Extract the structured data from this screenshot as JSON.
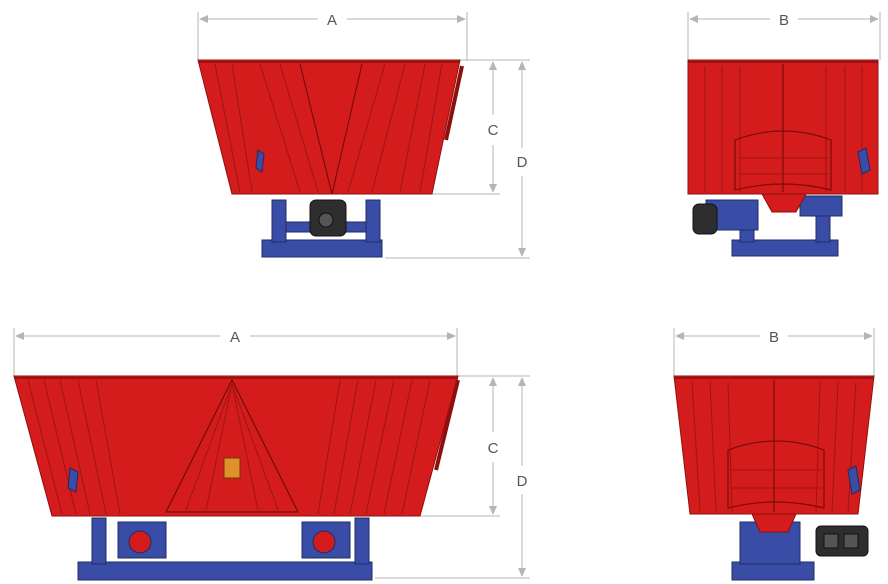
{
  "figure": {
    "background_color": "#ffffff",
    "body_color": "#d41c1c",
    "frame_color": "#3a4da6",
    "motor_color": "#2e2e2e",
    "dimension_color": "#b5b5b5"
  },
  "views": [
    {
      "id": "top-side",
      "labels": {
        "width": "A",
        "bowl_height": "C",
        "total_height": "D"
      }
    },
    {
      "id": "top-front",
      "labels": {
        "depth": "B"
      }
    },
    {
      "id": "bottom-side",
      "labels": {
        "width": "A",
        "bowl_height": "C",
        "total_height": "D"
      }
    },
    {
      "id": "bottom-front",
      "labels": {
        "depth": "B"
      }
    }
  ]
}
